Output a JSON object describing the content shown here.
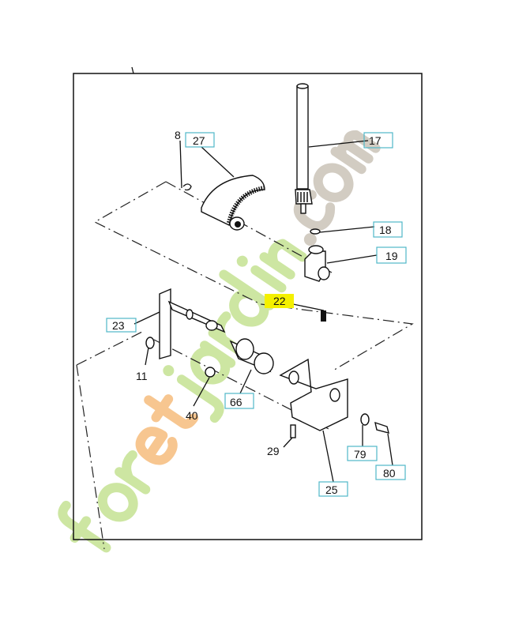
{
  "diagram": {
    "labels": {
      "p8": "8",
      "p27": "27",
      "p17": "17",
      "p18": "18",
      "p19": "19",
      "p22": "22",
      "p23": "23",
      "p11": "11",
      "p40": "40",
      "p66": "66",
      "p29": "29",
      "p25": "25",
      "p79": "79",
      "p80": "80"
    },
    "highlighted_label": "22",
    "colors": {
      "label_box": "#4fb8c8",
      "highlight": "#f4f000",
      "watermark_green": "#c8e39a",
      "watermark_orange": "#f6c48e",
      "watermark_gray": "#cfc9bf"
    }
  },
  "watermark": {
    "part1": "foret",
    "part2": "jardin",
    "part3": ".com"
  }
}
